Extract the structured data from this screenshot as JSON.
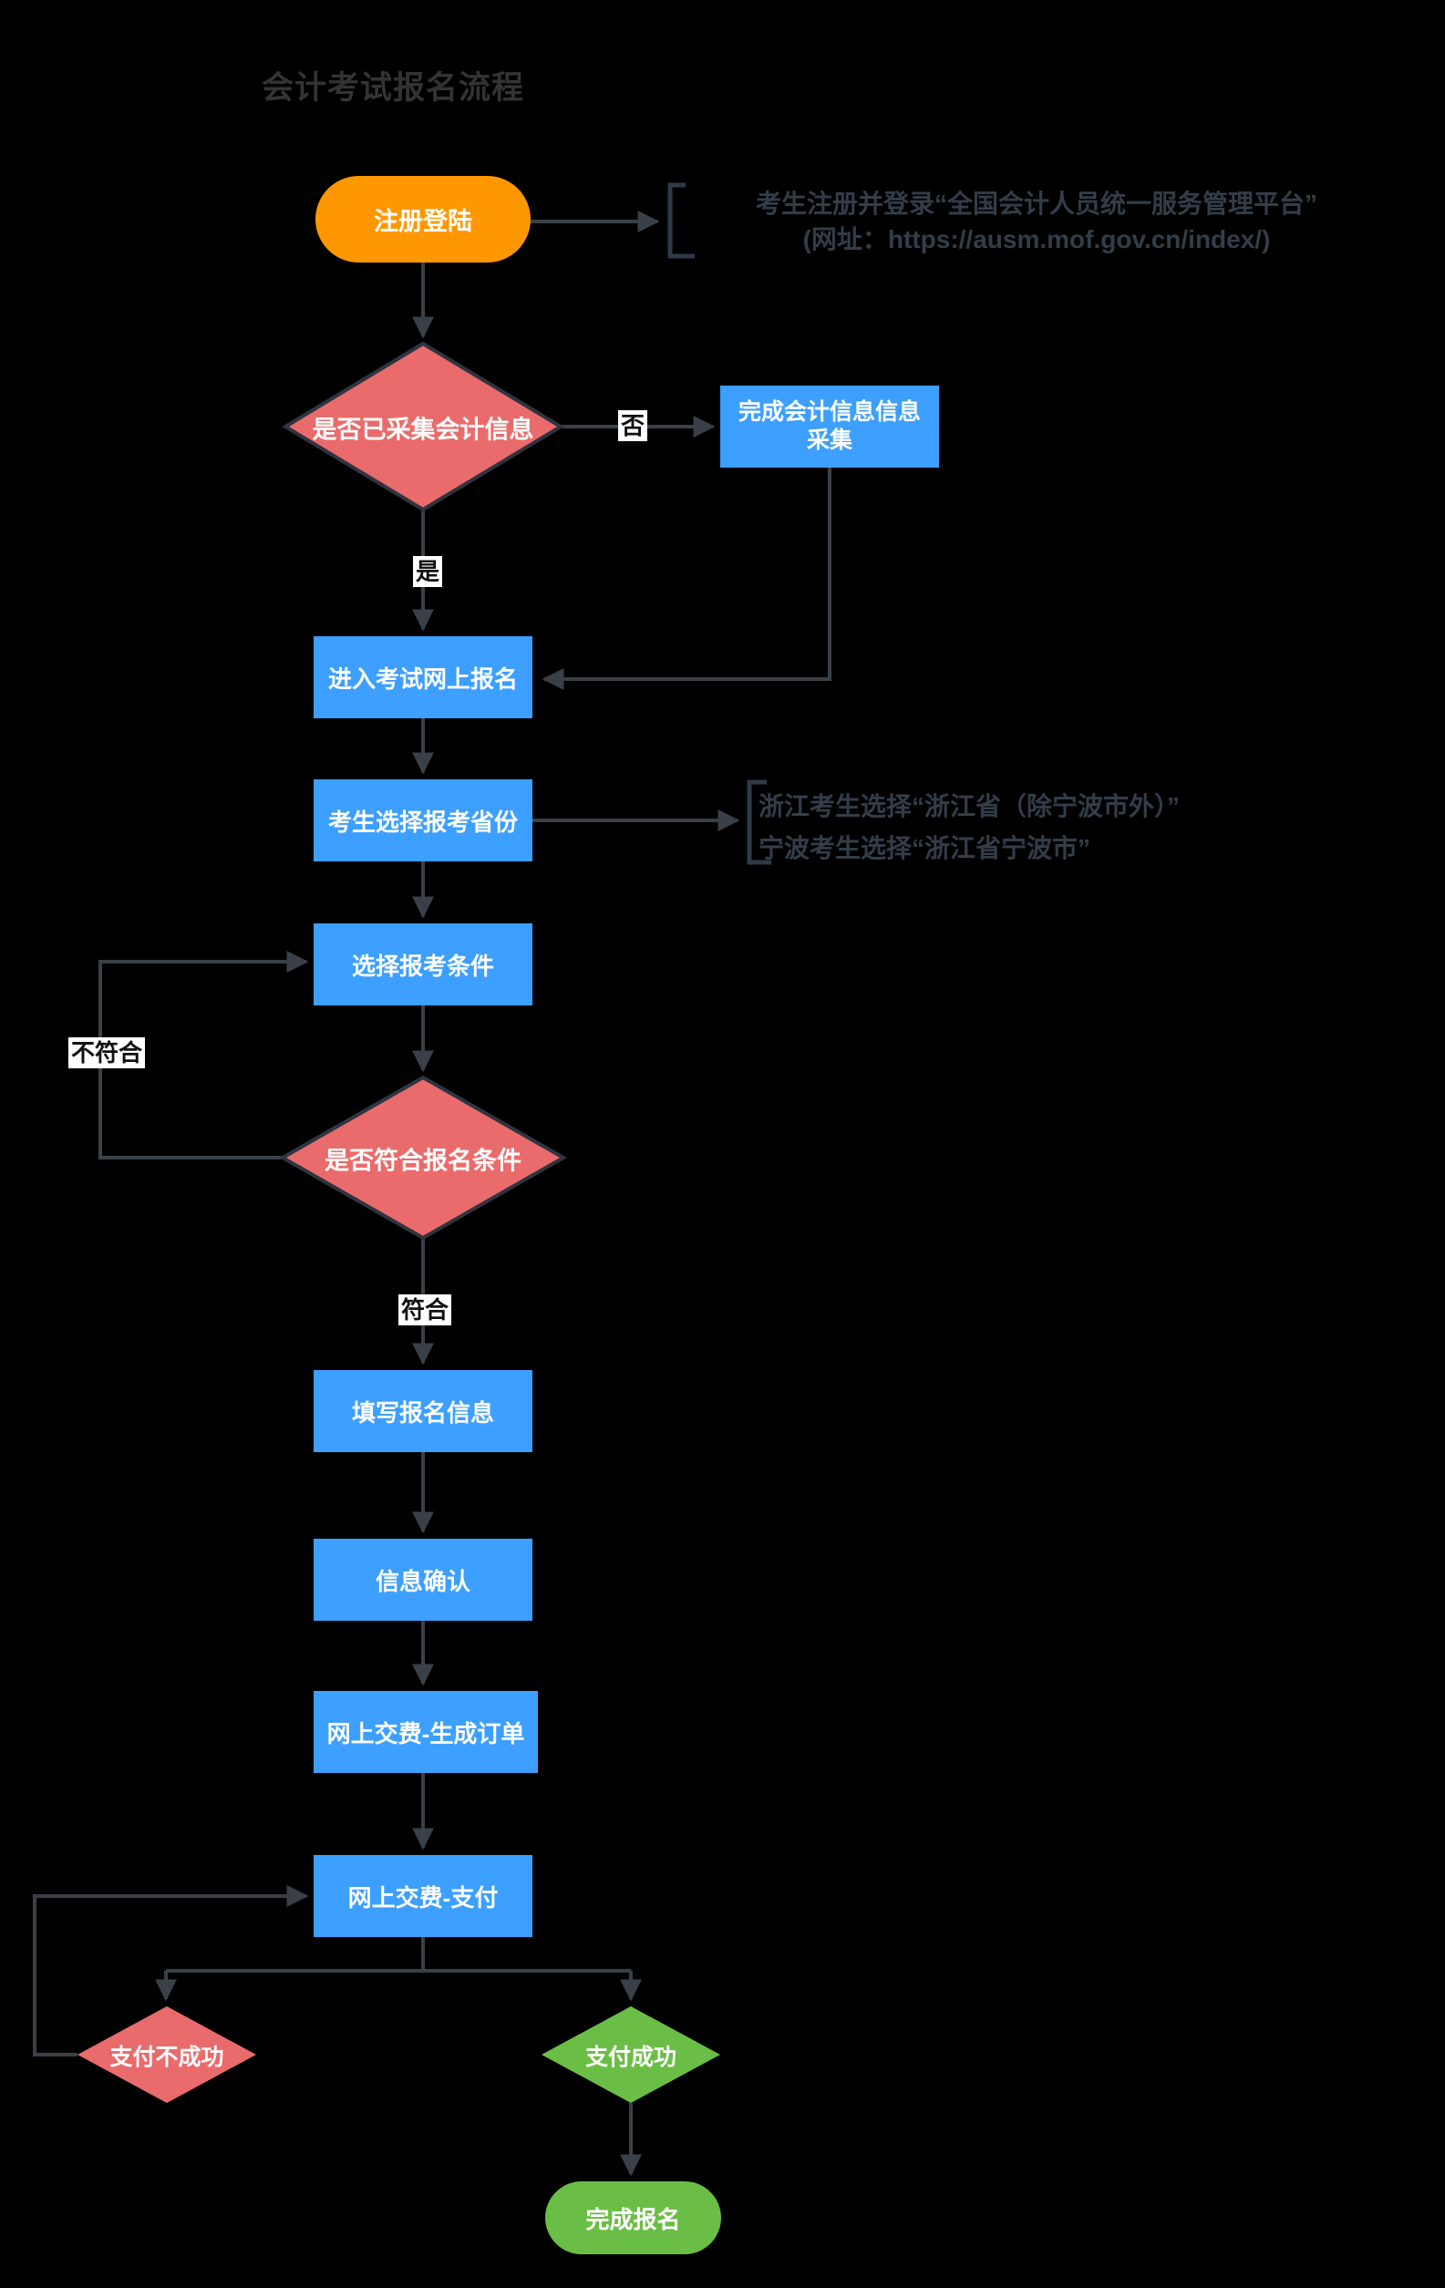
{
  "title": "会计考试报名流程",
  "colors": {
    "background": "#000000",
    "process_blue": "#3D9FFF",
    "start_orange": "#FF9800",
    "decision_red": "#EA6B6B",
    "success_green": "#6BBE45",
    "connector_line": "#3A4047",
    "diamond_border": "#2E3440",
    "note_text": "#333D49",
    "title_text": "#333333",
    "edge_chip_bg": "#FFFFFF",
    "edge_chip_text": "#111111"
  },
  "flowchart": {
    "nodes": {
      "register": "注册登陆",
      "has_collected_info": "是否已采集会计信息",
      "complete_info_collection": "完成会计信息信息采集",
      "enter_online_registration": "进入考试网上报名",
      "select_province": "考生选择报考省份",
      "select_conditions": "选择报考条件",
      "meets_conditions": "是否符合报名条件",
      "fill_registration_info": "填写报名信息",
      "confirm_info": "信息确认",
      "pay_generate_order": "网上交费-生成订单",
      "pay_online": "网上交费-支付",
      "payment_failed": "支付不成功",
      "payment_success": "支付成功",
      "registration_complete": "完成报名"
    },
    "edge_labels": {
      "no": "否",
      "yes": "是",
      "not_qualified": "不符合",
      "qualified": "符合"
    },
    "annotations": {
      "register_note_line1": "考生注册并登录“全国会计人员统一服务管理平台”",
      "register_note_line2": "(网址：https://ausm.mof.gov.cn/index/)",
      "province_note_line1": "浙江考生选择“浙江省（除宁波市外）”",
      "province_note_line2": "宁波考生选择“浙江省宁波市”"
    }
  }
}
